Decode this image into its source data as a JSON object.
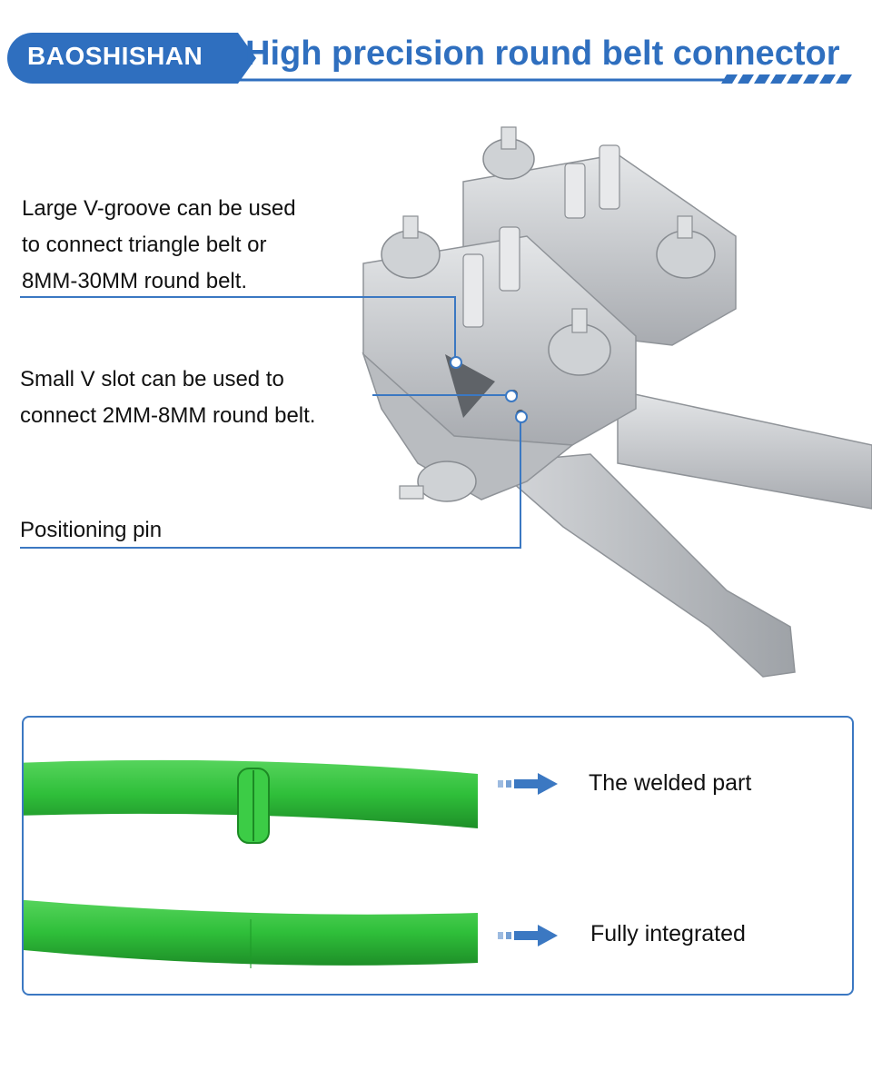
{
  "header": {
    "brand": "BAOSHISHAN",
    "title": "High precision round belt connector"
  },
  "callouts": {
    "large_v_groove": [
      "Large V-groove can be used",
      "to connect triangle belt or",
      "8MM-30MM round belt."
    ],
    "small_v_slot": [
      "Small V slot can be used to",
      "connect 2MM-8MM round belt."
    ],
    "positioning_pin": "Positioning pin"
  },
  "comparison": {
    "welded_label": "The welded part",
    "integrated_label": "Fully integrated"
  },
  "colors": {
    "accent_blue": "#2f6fbf",
    "belt_green": "#2fbf3a",
    "metal_gray": "#c9cbce"
  }
}
